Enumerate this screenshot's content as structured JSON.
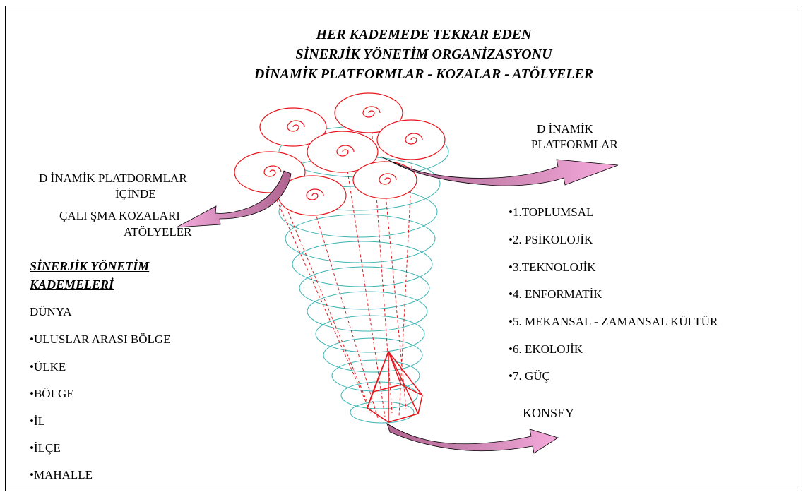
{
  "title_lines": [
    "HER KADEMEDE TEKRAR EDEN",
    "SİNERJİK YÖNETİM ORGANİZASYONU",
    "DİNAMİK PLATFORMLAR  - KOZALAR - ATÖLYELER"
  ],
  "left_labels": {
    "platforms_line1": "D İNAMİK PLATDORMLAR",
    "platforms_line2": "İÇİNDE",
    "workshops_line1": "ÇALI ŞMA KOZALARI",
    "workshops_line2": "ATÖLYELER"
  },
  "right_label": {
    "line1": "D İNAMİK",
    "line2": "PLATFORMLAR"
  },
  "council_label": "KONSEY",
  "levels": {
    "heading_line1": "SİNERJİK YÖNETİM",
    "heading_line2": "KADEMELERİ",
    "items": [
      "DÜNYA",
      "•ULUSLAR ARASI BÖLGE",
      "•ÜLKE",
      "•BÖLGE",
      "•İL",
      "•İLÇE",
      "•MAHALLE"
    ]
  },
  "platform_types": [
    "•1.TOPLUMSAL",
    "•2. PSİKOLOJİK",
    "•3.TEKNOLOJİK",
    "•4. ENFORMATİK",
    "•5. MEKANSAL - ZAMANSAL KÜLTÜR",
    "•6. EKOLOJİK",
    "•7. GÜÇ"
  ],
  "colors": {
    "cocoon_stroke": "#e8141b",
    "helix_stroke": "#3cb3b3",
    "arrow_dark": "#b0648f",
    "arrow_light": "#f0a3d6"
  }
}
